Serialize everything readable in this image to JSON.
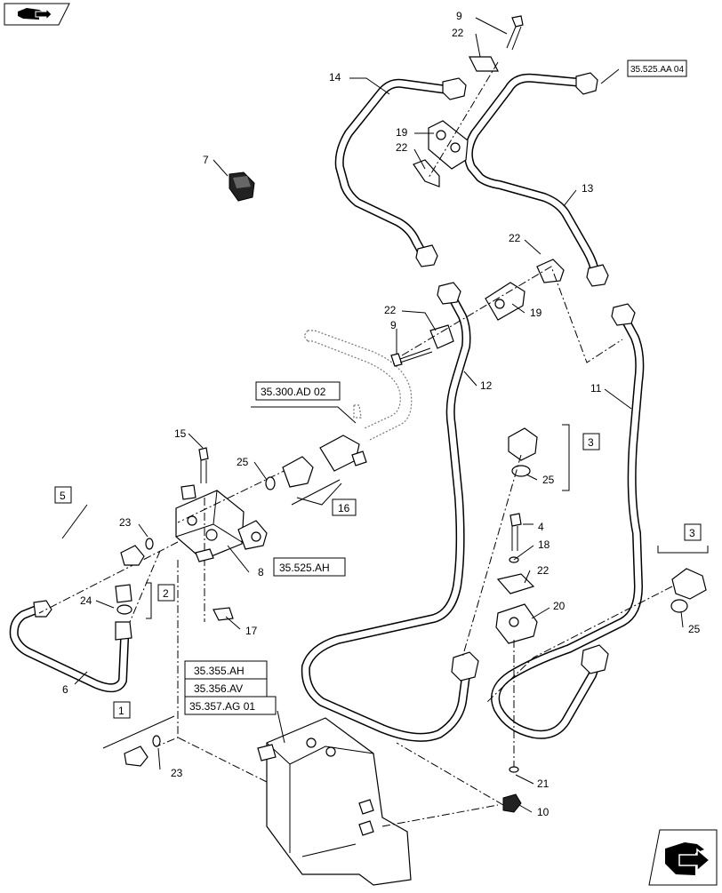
{
  "callouts": [
    "1",
    "2",
    "3",
    "4",
    "5",
    "6",
    "7",
    "8",
    "9",
    "10",
    "11",
    "12",
    "13",
    "14",
    "15",
    "16",
    "17",
    "18",
    "19",
    "20",
    "21",
    "22",
    "23",
    "24",
    "25"
  ],
  "groups": {
    "g1": "1",
    "g2": "2",
    "g3a": "3",
    "g3b": "3",
    "g5": "5",
    "g16": "16"
  },
  "refs": {
    "r1": "35.525.AA 04",
    "r2": "35.300.AD 02",
    "r3": "35.525.AH",
    "r4": "35.355.AH",
    "r5": "35.356.AV",
    "r6": "35.357.AG 01"
  },
  "nav": {
    "prev_icon": "book-arrow-icon",
    "next_icon": "next-page-arrow-icon"
  }
}
